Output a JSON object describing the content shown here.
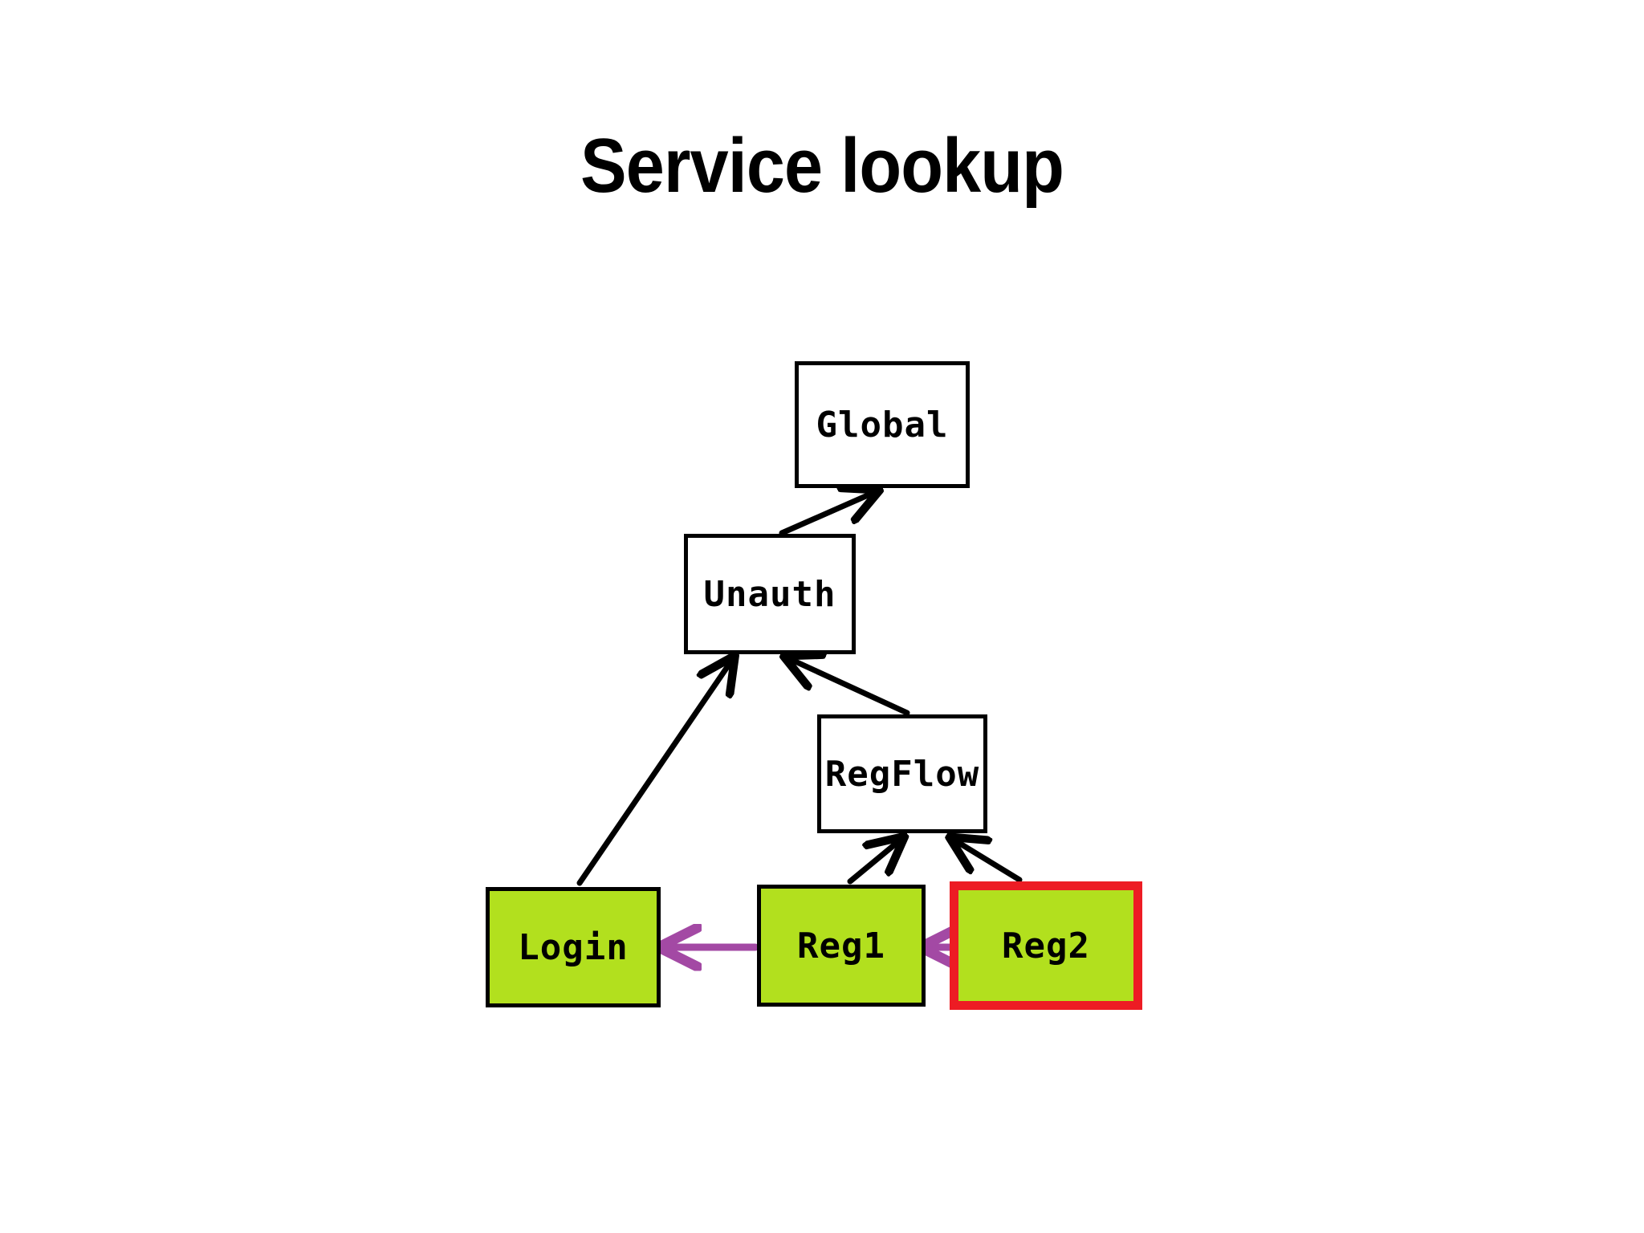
{
  "slide": {
    "title": "Service lookup",
    "background_color": "#ffffff"
  },
  "palette": {
    "node_fill_plain": "#ffffff",
    "node_fill_highlight": "#b2e01e",
    "node_border": "#000000",
    "selected_border": "#ed1c24",
    "inherit_arrow": "#000000",
    "lookup_arrow": "#a349a4",
    "text": "#000000"
  },
  "diagram": {
    "type": "node-graph",
    "nodes": [
      {
        "id": "global",
        "label": "Global",
        "fill": "#ffffff",
        "border": "#000000",
        "selected": false
      },
      {
        "id": "unauth",
        "label": "Unauth",
        "fill": "#ffffff",
        "border": "#000000",
        "selected": false
      },
      {
        "id": "regflow",
        "label": "RegFlow",
        "fill": "#ffffff",
        "border": "#000000",
        "selected": false
      },
      {
        "id": "login",
        "label": "Login",
        "fill": "#b2e01e",
        "border": "#000000",
        "selected": false
      },
      {
        "id": "reg1",
        "label": "Reg1",
        "fill": "#b2e01e",
        "border": "#000000",
        "selected": false
      },
      {
        "id": "reg2",
        "label": "Reg2",
        "fill": "#b2e01e",
        "border": "#ed1c24",
        "selected": true
      }
    ],
    "edges": [
      {
        "id": "unauth-global",
        "from": "unauth",
        "to": "global",
        "kind": "inherit",
        "color": "#000000"
      },
      {
        "id": "login-unauth",
        "from": "login",
        "to": "unauth",
        "kind": "inherit",
        "color": "#000000"
      },
      {
        "id": "regflow-unauth",
        "from": "regflow",
        "to": "unauth",
        "kind": "inherit",
        "color": "#000000"
      },
      {
        "id": "reg1-regflow",
        "from": "reg1",
        "to": "regflow",
        "kind": "inherit",
        "color": "#000000"
      },
      {
        "id": "reg2-regflow",
        "from": "reg2",
        "to": "regflow",
        "kind": "inherit",
        "color": "#000000"
      },
      {
        "id": "reg1-login",
        "from": "reg1",
        "to": "login",
        "kind": "lookup",
        "color": "#a349a4"
      },
      {
        "id": "reg2-reg1",
        "from": "reg2",
        "to": "reg1",
        "kind": "lookup",
        "color": "#a349a4"
      }
    ]
  }
}
